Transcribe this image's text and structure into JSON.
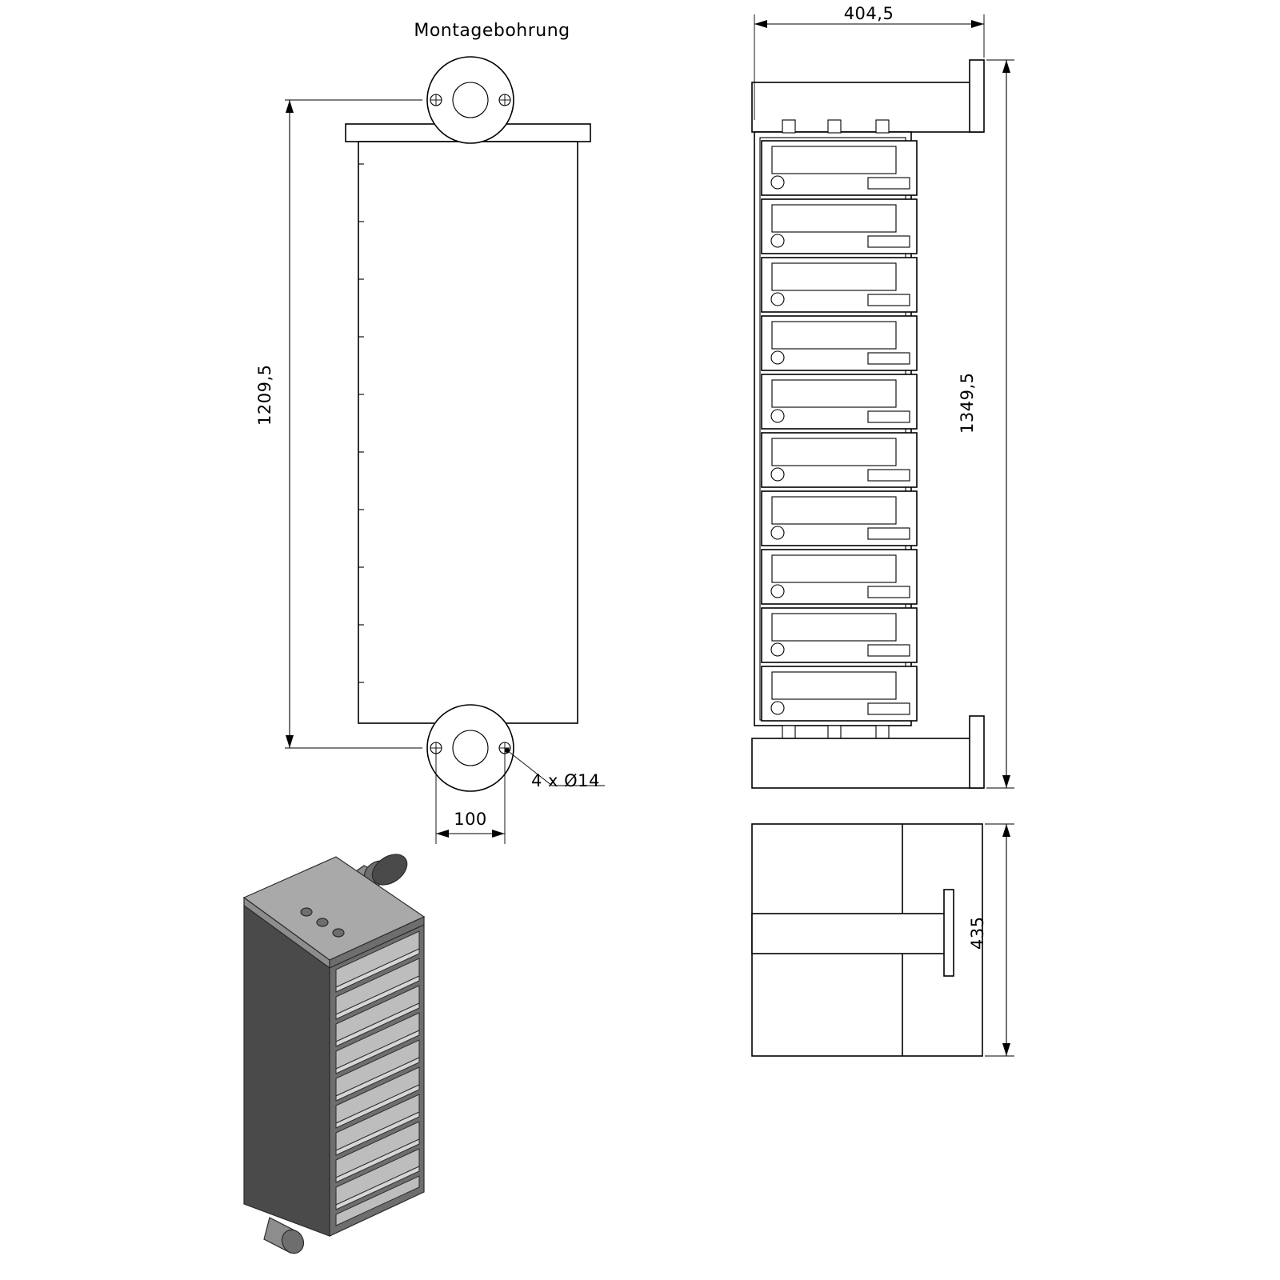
{
  "drawing": {
    "title_label": "Montagebohrung",
    "dimensions": {
      "front_height": "1209,5",
      "bolt_spacing": "100",
      "hole_note": "4 x  Ø14",
      "side_width": "404,5",
      "side_height": "1349,5",
      "top_depth": "435"
    },
    "views": {
      "front": "front-view-mounting-plate",
      "side": "side-view-mailbox-stack",
      "top": "top-view-bracket",
      "iso": "isometric-mailbox-stack"
    },
    "boxes": {
      "count": 10,
      "elements": [
        "letter-slot",
        "name-plate",
        "lock-cylinder"
      ]
    },
    "colors": {
      "line": "#000000",
      "paper": "#ffffff",
      "iso_body": "#4a4a4a",
      "iso_top": "#8d8d8d",
      "iso_flap": "#bdbdbd"
    }
  }
}
